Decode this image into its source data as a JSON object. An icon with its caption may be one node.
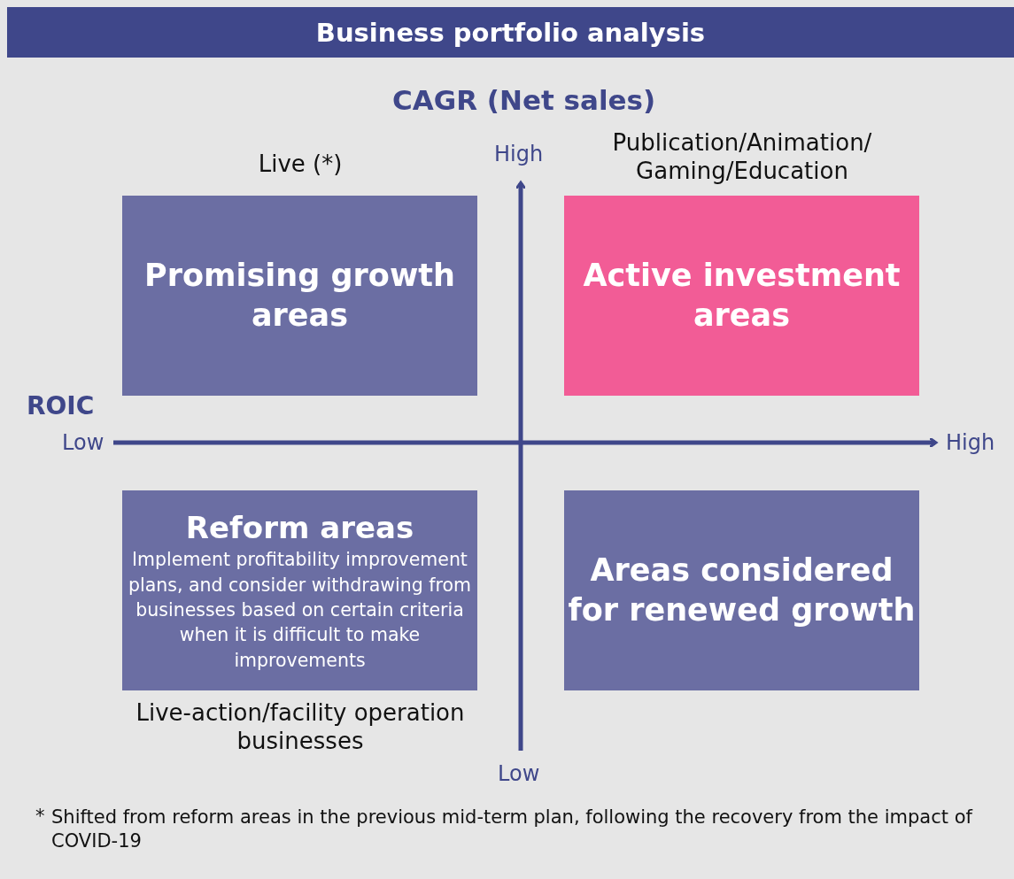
{
  "diagram": {
    "title": "Business portfolio analysis",
    "nodes": [
      {
        "text": [
          "Promising growth areas"
        ],
        "beside": [
          "Live (*)"
        ]
      },
      {
        "text": [
          "Active investment areas"
        ],
        "beside": [
          "Publication/Animation/ Gaming/Education"
        ]
      },
      {
        "text": [
          "Reform areas",
          "Implement profitability improvement plans, and consider withdrawing from businesses based on certain criteria when it is difficult to make improvements"
        ],
        "beside": [
          "Live-action/facility operation businesses"
        ]
      },
      {
        "text": [
          "Areas considered for renewed growth"
        ]
      }
    ],
    "labels": [
      "CAGR (Net sales)",
      "High",
      "ROIC",
      "Low",
      "High",
      "Low",
      "*",
      "Shifted from reform areas in the previous mid-term plan, following the recovery from the impact of COVID-19"
    ]
  }
}
